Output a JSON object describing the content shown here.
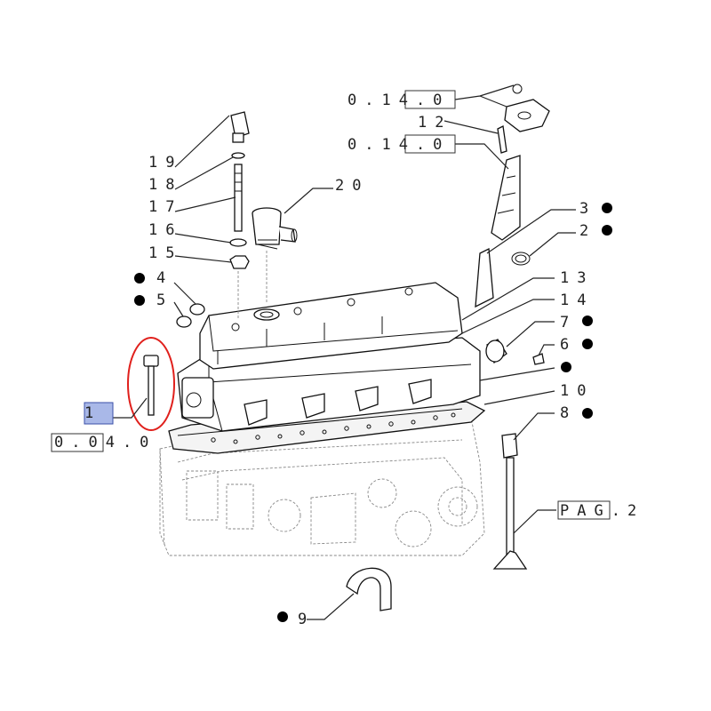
{
  "labels": {
    "l_014_top": "0.14.0",
    "l_12": "12",
    "l_014_mid": "0.14.0",
    "l_19": "19",
    "l_18": "18",
    "l_17": "17",
    "l_16": "16",
    "l_15": "15",
    "l_20": "20",
    "l_3": "3",
    "l_2": "2",
    "l_4": "4",
    "l_5": "5",
    "l_13": "13",
    "l_14": "14",
    "l_7": "7",
    "l_6": "6",
    "l_10": "10",
    "l_8": "8",
    "l_1": "1",
    "l_040": "0.04.0",
    "l_pag": "PAG.",
    "l_pag_num": "2",
    "l_9": "9"
  },
  "colors": {
    "highlight_circle": "#e0201c",
    "selected_box_fill": "#a9b8e8",
    "selected_box_stroke": "#3a4fa8",
    "bullet": "#000000"
  },
  "icons": {
    "bullet": "filled-circle"
  }
}
